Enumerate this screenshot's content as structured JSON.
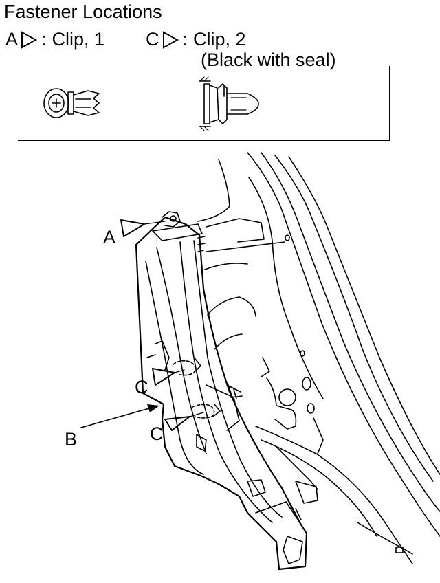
{
  "header": {
    "title": "Fastener Locations"
  },
  "legend": [
    {
      "letter": "A",
      "separator": ":",
      "description": "Clip, 1"
    },
    {
      "letter": "C",
      "separator": ":",
      "description": "Clip, 2",
      "note": "(Black with seal)"
    }
  ],
  "callouts": {
    "a": "A",
    "b": "B",
    "c1": "C",
    "c2": "C"
  },
  "icons": {
    "pointer_triangle": "hollow-triangle-right",
    "clip_1": "push-clip-icon",
    "clip_2": "seal-clip-icon"
  },
  "colors": {
    "line": "#000000",
    "background": "#ffffff"
  }
}
